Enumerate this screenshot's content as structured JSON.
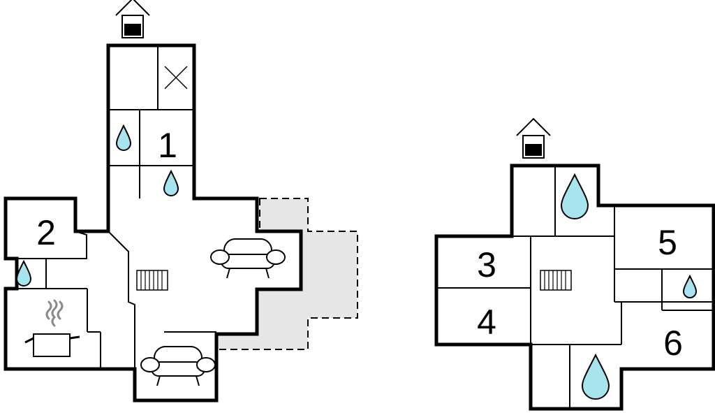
{
  "rooms": [
    {
      "id": "room-1",
      "label": "1"
    },
    {
      "id": "room-2",
      "label": "2"
    },
    {
      "id": "room-3",
      "label": "3"
    },
    {
      "id": "room-4",
      "label": "4"
    },
    {
      "id": "room-5",
      "label": "5"
    },
    {
      "id": "room-6",
      "label": "6"
    }
  ],
  "icons": {
    "entrance": "house-entrance-icon",
    "bathroom": "water-drop-icon",
    "stairs": "staircase-icon",
    "sofa": "sofa-icon",
    "kitchen": "cooking-pot-icon",
    "void": "cross-icon"
  },
  "colors": {
    "wall": "#000000",
    "terrace_fill": "#e6e6e6",
    "water_drop": "#a8e4ee",
    "steam": "#8a8a8a",
    "background": "#ffffff"
  }
}
